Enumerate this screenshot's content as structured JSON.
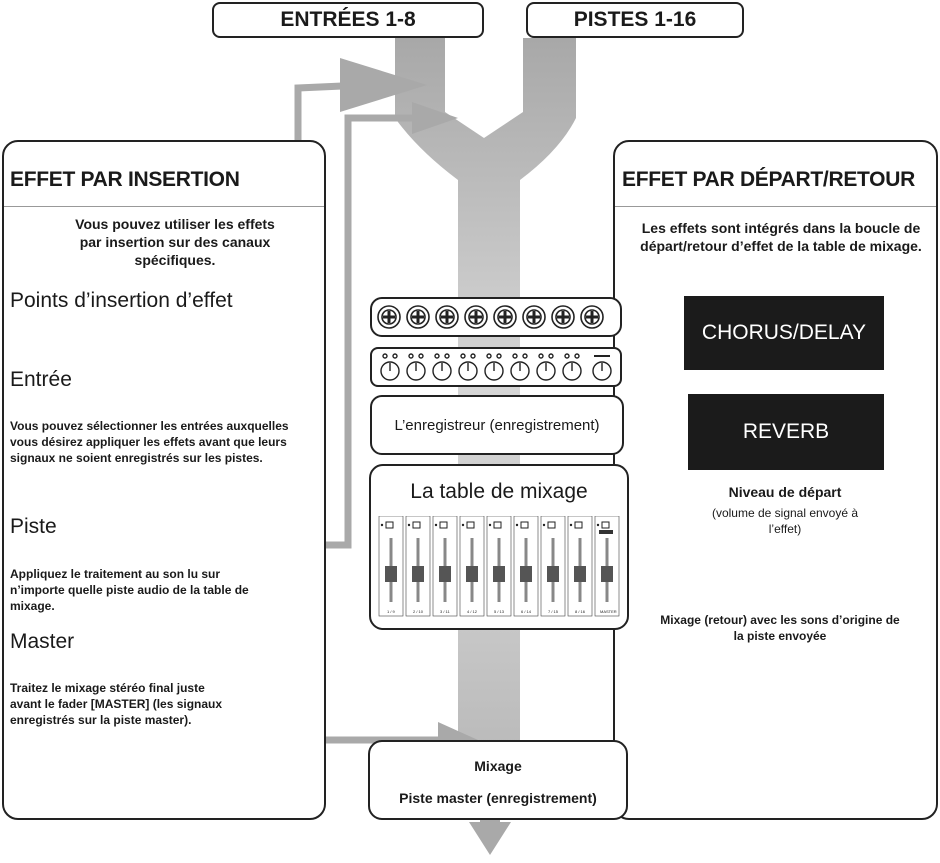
{
  "header": {
    "inputs_label": "ENTRÉES 1-8",
    "tracks_label": "PISTES 1-16"
  },
  "insert_panel": {
    "title": "EFFET PAR INSERTION",
    "intro": "Vous pouvez utiliser les effets par insertion sur des canaux spécifiques.",
    "points_heading": "Points d’insertion d’effet",
    "input_heading": "Entrée",
    "input_text": "Vous pouvez sélectionner les entrées auxquelles vous désirez appliquer les effets avant que leurs signaux ne soient enregistrés sur les pistes.",
    "track_heading": "Piste",
    "track_text": "Appliquez le traitement au son lu sur n’importe quelle piste audio de la table de mixage.",
    "master_heading": "Master",
    "master_text": "Traitez le mixage stéréo final juste avant le fader [MASTER] (les signaux enregistrés sur la piste master)."
  },
  "send_panel": {
    "title": "EFFET PAR DÉPART/RETOUR",
    "intro": "Les effets sont intégrés dans la boucle de départ/retour d’effet de la table de mixage.",
    "chorus_label": "CHORUS/DELAY",
    "reverb_label": "REVERB",
    "send_level_label": "Niveau de départ",
    "send_level_note": "(volume de signal envoyé à l’effet)",
    "return_text": "Mixage (retour) avec les sons d’origine de la piste envoyée"
  },
  "center": {
    "recorder_label": "L’enregistreur (enregistrement)",
    "mixer_label": "La table de mixage",
    "channel_labels": [
      "1 / 9",
      "2 / 10",
      "3 / 11",
      "4 / 12",
      "5 / 13",
      "6 / 14",
      "7 / 15",
      "8 / 16",
      "MASTER"
    ],
    "mixdown_label": "Mixage",
    "master_track_label": "Piste master (enregistrement)"
  },
  "colors": {
    "flow_gray": "#bdbdbd",
    "arrow_gray": "#a9a9a9",
    "effect_box": "#1b1b1b",
    "outline": "#222222"
  }
}
